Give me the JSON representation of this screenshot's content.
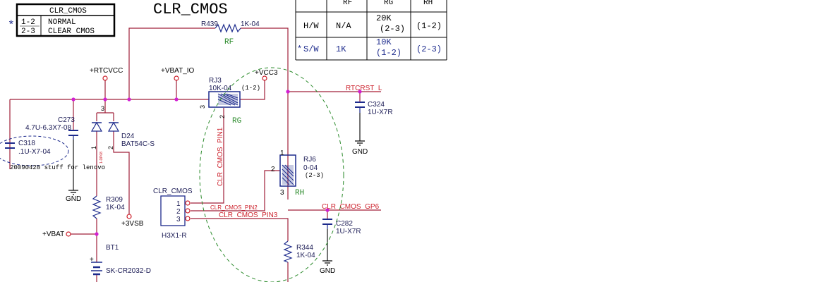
{
  "title": "CLR_CMOS",
  "jumper_legend": {
    "header": "CLR_CMOS",
    "rows": [
      {
        "pins": "1-2",
        "desc": "NORMAL"
      },
      {
        "pins": "2-3",
        "desc": "CLEAR CMOS"
      }
    ],
    "marker": "*"
  },
  "table": {
    "headers": [
      "",
      "RF",
      "RG",
      "RH"
    ],
    "rows": [
      {
        "label": "H/W",
        "rf": "N/A",
        "rg": "20K",
        "rg_sub": "(2-3)",
        "rh": "(1-2)",
        "marker": ""
      },
      {
        "label": "S/W",
        "rf": "1K",
        "rg": "10K",
        "rg_sub": "(1-2)",
        "rh": "(2-3)",
        "marker": "*"
      }
    ]
  },
  "nets": {
    "rtcvcc": "+RTCVCC",
    "vbat_io": "+VBAT_IO",
    "vcc3": "+VCC3",
    "rtcrst": "RTCRST_L",
    "clr_gp6": "CLR_CMOS_GP6",
    "vbat": "+VBAT",
    "vsb": "+3VSB",
    "pin1": "CLR_CMOS_PIN1",
    "pin2": "CLR_CMOS_PIN2",
    "pin3": "CLR_CMOS_PIN3",
    "gnd": "GND"
  },
  "components": {
    "r439": {
      "ref": "R439",
      "value": "1K-04",
      "tag": "RF"
    },
    "rj3": {
      "ref": "RJ3",
      "value": "10K-04",
      "note": "(1-2)",
      "tag": "RG",
      "pin2": "2",
      "pin3": "3"
    },
    "rj6": {
      "ref": "RJ6",
      "value": "0-04",
      "note": "(2-3)",
      "tag": "RH",
      "pin1": "1",
      "pin2": "2",
      "pin3": "3"
    },
    "c273": {
      "ref": "C273",
      "value": "4.7U-6.3X7-08"
    },
    "c318": {
      "ref": "C318",
      "value": ".1U-X7-04"
    },
    "d24": {
      "ref": "D24",
      "value": "BAT54C-S",
      "pin3": "3",
      "pin1": "1",
      "pin2": "2",
      "small_note": "1-DP08"
    },
    "c324": {
      "ref": "C324",
      "value": "1U-X7R"
    },
    "r309": {
      "ref": "R309",
      "value": "1K-04"
    },
    "header": {
      "title": "CLR_CMOS",
      "ref": "H3X1-R",
      "pins": [
        "1",
        "2",
        "3"
      ]
    },
    "bt1": {
      "ref": "BT1",
      "value": "SK-CR2032-D",
      "plus": "+"
    },
    "c282": {
      "ref": "C282",
      "value": "1U-X7R"
    },
    "r344": {
      "ref": "R344",
      "value": "1K-04"
    }
  },
  "note_text": "20090428 stuff for lenovo"
}
